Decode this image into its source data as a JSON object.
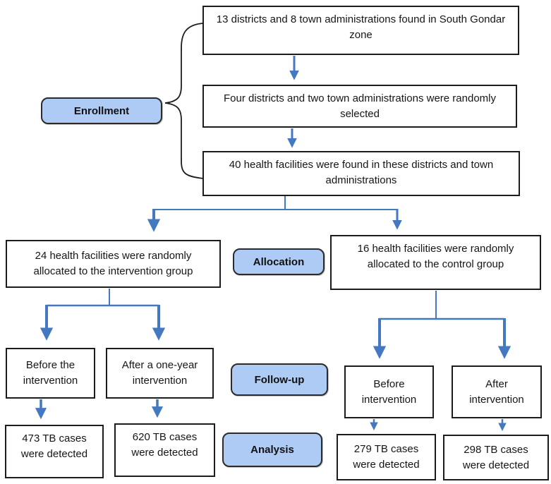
{
  "stages": {
    "enrollment": {
      "label": "Enrollment"
    },
    "allocation": {
      "label": "Allocation"
    },
    "followup": {
      "label": "Follow-up"
    },
    "analysis": {
      "label": "Analysis"
    }
  },
  "nodes": {
    "found": "13 districts and 8 town administrations found in South Gondar zone",
    "selected": "Four districts and two town administrations were randomly selected",
    "facilities": "40 health facilities were found in these districts and town administrations",
    "intervention_group": "24 health facilities were randomly allocated to the intervention group",
    "control_group": "16 health facilities were randomly allocated to the control group",
    "int_before": "Before the intervention",
    "int_after": "After a one-year intervention",
    "ctrl_before": "Before intervention",
    "ctrl_after": "After intervention",
    "int_before_cases": "473 TB cases were detected",
    "int_after_cases": "620 TB cases were detected",
    "ctrl_before_cases": "279 TB cases were detected",
    "ctrl_after_cases": "298 TB cases were detected"
  },
  "colors": {
    "stage_fill": "#aecbf5",
    "arrow_blue": "#4478c0",
    "box_border": "#1c1c1c"
  }
}
